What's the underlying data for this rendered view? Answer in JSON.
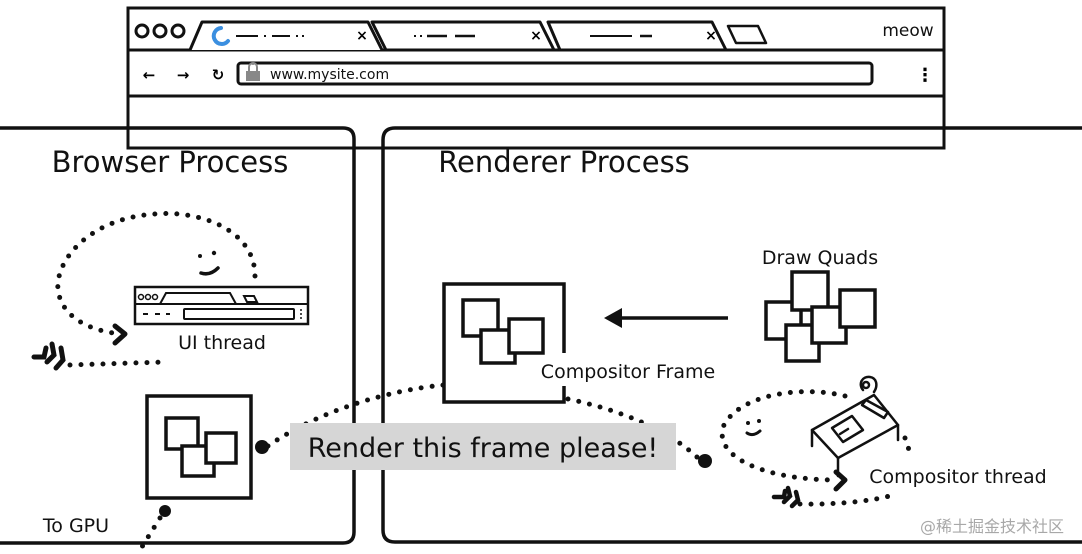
{
  "browser_mock": {
    "tabs": [
      {
        "label": "",
        "loading": true,
        "close_icon": "×"
      },
      {
        "label": "",
        "loading": false,
        "close_icon": "×"
      },
      {
        "label": "",
        "loading": false,
        "close_icon": "×"
      }
    ],
    "profile_name": "meow",
    "nav": {
      "back": "←",
      "forward": "→",
      "reload": "↻"
    },
    "address": "www.mysite.com",
    "menu_icon": "⋮",
    "accent_color": "#3b8fe0"
  },
  "browser_process": {
    "title": "Browser Process",
    "ui_thread_label": "UI thread",
    "to_gpu_label": "To GPU"
  },
  "renderer_process": {
    "title": "Renderer Process",
    "draw_quads_label": "Draw Quads",
    "compositor_frame_label": "Compositor Frame",
    "compositor_thread_label": "Compositor thread"
  },
  "message": {
    "text": "Render this frame please!",
    "background": "#d6d6d6"
  },
  "watermark": "@稀土掘金技术社区"
}
